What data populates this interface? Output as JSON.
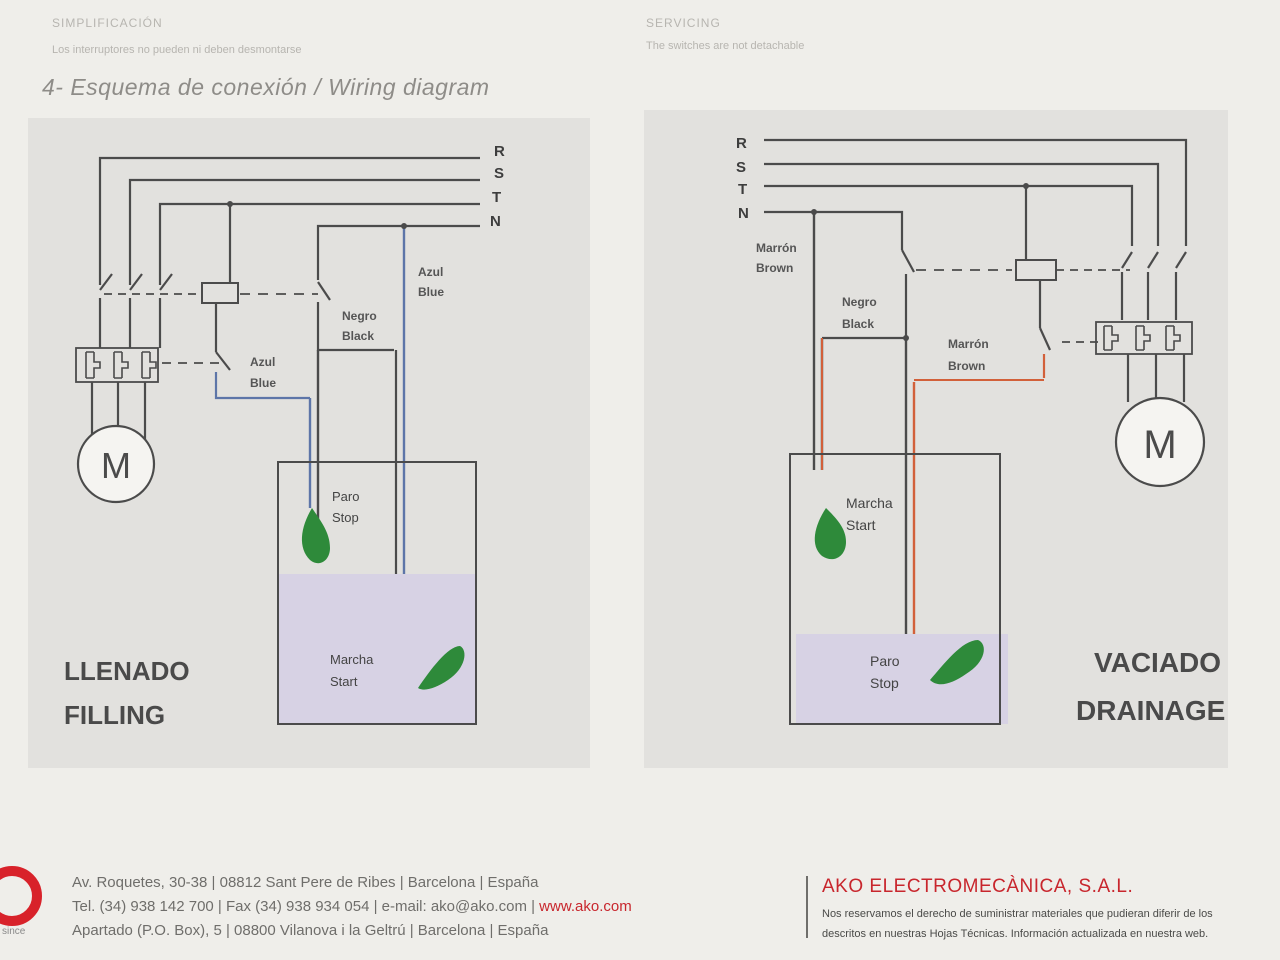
{
  "header": {
    "left_title": "SIMPLIFICACIÓN",
    "left_subtitle": "Los interruptores no pueden ni deben desmontarse",
    "right_title": "SERVICING",
    "right_subtitle": "The switches are not detachable",
    "section_title": "4- Esquema de conexión / Wiring diagram"
  },
  "filling": {
    "phases": [
      "R",
      "S",
      "T",
      "N"
    ],
    "wire_blue_top": [
      "Azul",
      "Blue"
    ],
    "wire_black": [
      "Negro",
      "Black"
    ],
    "wire_blue_relay": [
      "Azul",
      "Blue"
    ],
    "upper_float": [
      "Paro",
      "Stop"
    ],
    "lower_float": [
      "Marcha",
      "Start"
    ],
    "motor": "M",
    "title": [
      "LLENADO",
      "FILLING"
    ]
  },
  "drainage": {
    "phases": [
      "R",
      "S",
      "T",
      "N"
    ],
    "wire_brown_left": [
      "Marrón",
      "Brown"
    ],
    "wire_black": [
      "Negro",
      "Black"
    ],
    "wire_brown_right": [
      "Marrón",
      "Brown"
    ],
    "upper_float": [
      "Marcha",
      "Start"
    ],
    "lower_float": [
      "Paro",
      "Stop"
    ],
    "motor": "M",
    "title": [
      "VACIADO",
      "DRAINAGE"
    ]
  },
  "colors": {
    "line": "#4b4b4b",
    "blue_wire": "#5d75a8",
    "brown_wire": "#d2603a",
    "float": "#2e8a3a",
    "water": "#d7d2e4",
    "accent": "#c8262d"
  },
  "footer": {
    "logo_sub": "since",
    "address_1": "Av. Roquetes, 30-38 | 08812 Sant Pere de Ribes | Barcelona | España",
    "address_2a": "Tel. (34) 938 142 700 | Fax (34) 938 934 054 | e-mail: ako@ako.com | ",
    "address_2b": "www.ako.com",
    "address_3": "Apartado (P.O. Box), 5 | 08800 Vilanova i la Geltrú | Barcelona | España",
    "company": "AKO ELECTROMECÀNICA, S.A.L.",
    "disclaimer_1": "Nos reservamos el derecho de suministrar materiales que pudieran diferir de los",
    "disclaimer_2": "descritos en nuestras Hojas Técnicas. Información actualizada en nuestra web."
  }
}
